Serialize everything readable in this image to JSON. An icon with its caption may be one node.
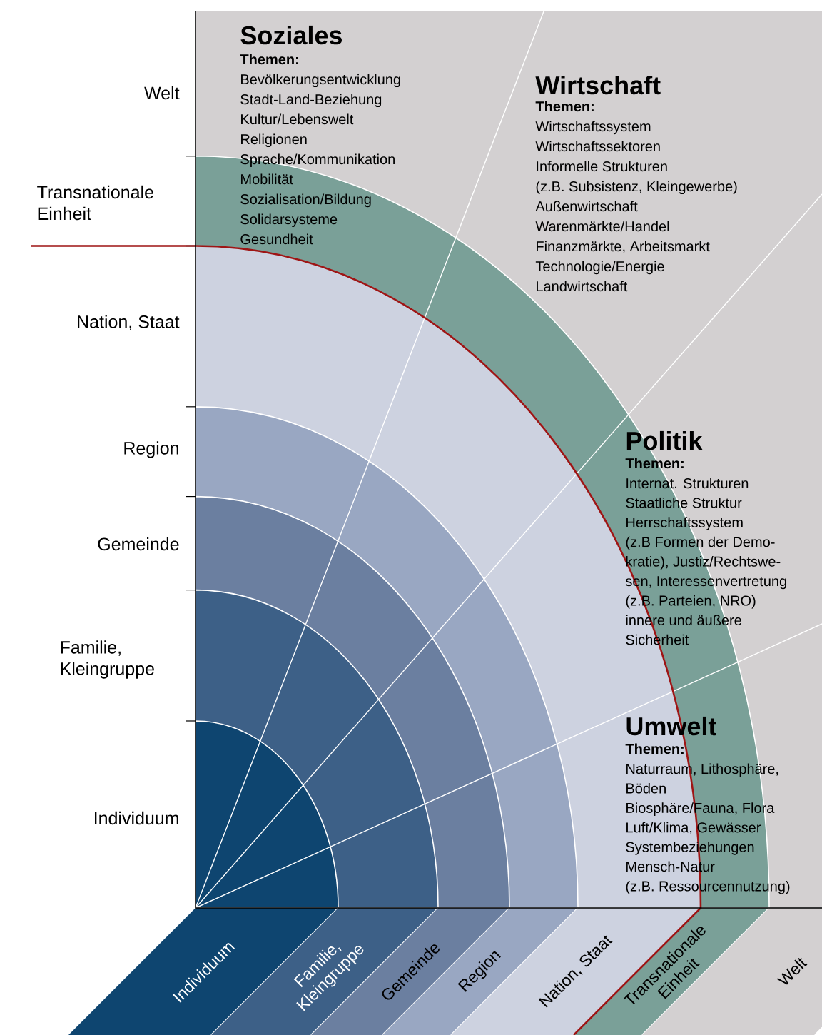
{
  "diagram": {
    "nodes": [
      {
        "text": [
          "Individuum"
        ]
      },
      {
        "text": [
          "Familie, Kleingruppe"
        ]
      },
      {
        "text": [
          "Gemeinde"
        ]
      },
      {
        "text": [
          "Region"
        ]
      },
      {
        "text": [
          "Nation, Staat"
        ]
      },
      {
        "text": [
          "Transnationale Einheit"
        ]
      },
      {
        "text": [
          "Welt"
        ]
      }
    ],
    "labels": [
      "Welt",
      "Transnationale Einheit",
      "Nation, Staat",
      "Region",
      "Gemeinde",
      "Familie, Kleingruppe",
      "Individuum",
      "Soziales",
      "Themen:",
      "Bevölkerungsentwicklung",
      "Stadt-Land-Beziehung",
      "Kultur/Lebenswelt",
      "Religionen",
      "Sprache/Kommunikation",
      "Mobilität",
      "Sozialisation/Bildung",
      "Solidarsysteme",
      "Gesundheit",
      "Wirtschaft",
      "Themen:",
      "Wirtschaftssystem",
      "Wirtschaftssektoren",
      "Informelle Strukturen",
      "(z.B. Subsistenz, Kleingewerbe)",
      "Außenwirtschaft",
      "Warenmärkte/Handel",
      "Finanzmärkte, Arbeitsmarkt",
      "Technologie/Energie",
      "Landwirtschaft",
      "Politik",
      "Themen:",
      "Internat. Strukturen",
      "Staatliche Struktur",
      "Herrschaftssystem",
      "(z.B Formen der Demo-",
      "kratie), Justiz/Rechtswe-",
      "sen, Interessenvertretung",
      "(z.B. Parteien, NRO)",
      "innere und äußere",
      "Sicherheit",
      "Umwelt",
      "Themen:",
      "Naturraum, Lithosphäre,",
      "Böden",
      "Biosphäre/Fauna, Flora",
      "Luft/Klima, Gewässer",
      "Systembeziehungen",
      "Mensch-Natur",
      "(z.B. Ressourcennutzung)"
    ]
  }
}
